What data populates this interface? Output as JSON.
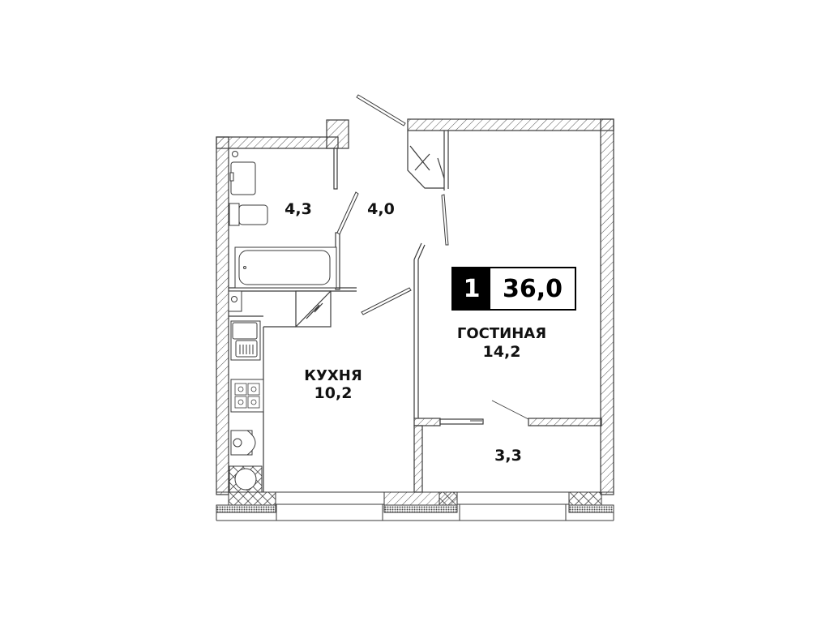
{
  "plan": {
    "badge": {
      "rooms": "1",
      "total_area": "36,0"
    },
    "rooms": [
      {
        "id": "bathroom",
        "name": "",
        "area": "4,3"
      },
      {
        "id": "hallway",
        "name": "",
        "area": "4,0"
      },
      {
        "id": "kitchen",
        "name": "КУХНЯ",
        "area": "10,2"
      },
      {
        "id": "living",
        "name": "ГОСТИНАЯ",
        "area": "14,2"
      },
      {
        "id": "loggia",
        "name": "",
        "area": "3,3"
      }
    ],
    "colors": {
      "wall_line": "#3a3a3a",
      "hatch": "#555555",
      "text": "#111111",
      "badge_bg": "#000000",
      "background": "#ffffff"
    }
  }
}
